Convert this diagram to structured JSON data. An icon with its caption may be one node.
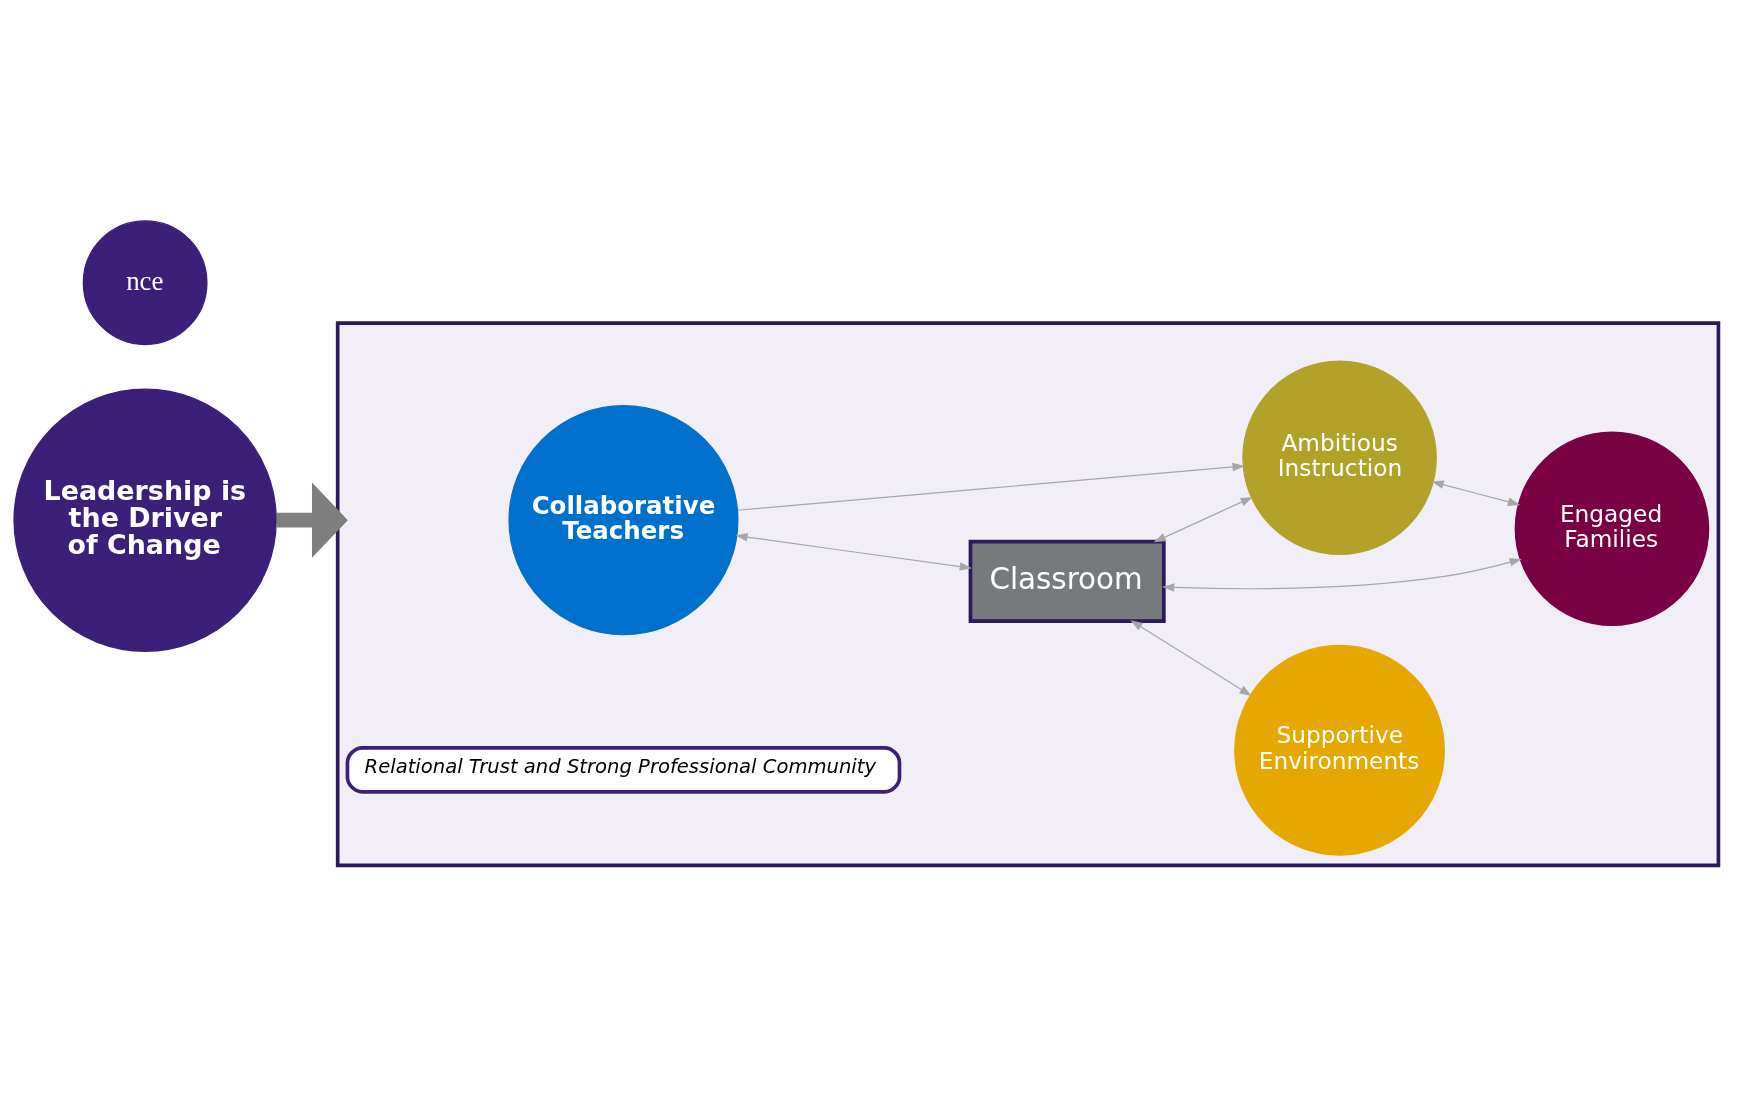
{
  "diagram": {
    "nodes": [
      {
        "text": [
          "Leadership is the Driver of Change"
        ]
      },
      {
        "text": [],
        "shape": "box"
      },
      {
        "text": [
          "Collaborative Teachers"
        ],
        "in": 1
      },
      {
        "text": [
          "Classroom"
        ],
        "in": 1
      },
      {
        "text": [
          "Ambitious Instruction"
        ],
        "in": 1
      },
      {
        "text": [
          "Supportive Environments"
        ],
        "in": 1
      },
      {
        "text": [
          "Engaged Families"
        ],
        "in": 1
      },
      {
        "text": [
          "Relational Trust and Strong Professional Community"
        ],
        "in": 1
      },
      {
        "text": [
          "nce"
        ]
      }
    ],
    "edges": [
      {
        "from": 0,
        "to": 1,
        "arrow": "to",
        "style": "thick",
        "color": "#7f7f7f"
      },
      {
        "from": 2,
        "to": 3,
        "arrow": "both"
      },
      {
        "from": 2,
        "to": 4,
        "arrow": "to"
      },
      {
        "from": 3,
        "to": 4,
        "arrow": "both"
      },
      {
        "from": 3,
        "to": 6,
        "arrow": "both"
      },
      {
        "from": 3,
        "to": 5,
        "arrow": "both"
      },
      {
        "from": 4,
        "to": 6,
        "arrow": "both"
      }
    ]
  }
}
